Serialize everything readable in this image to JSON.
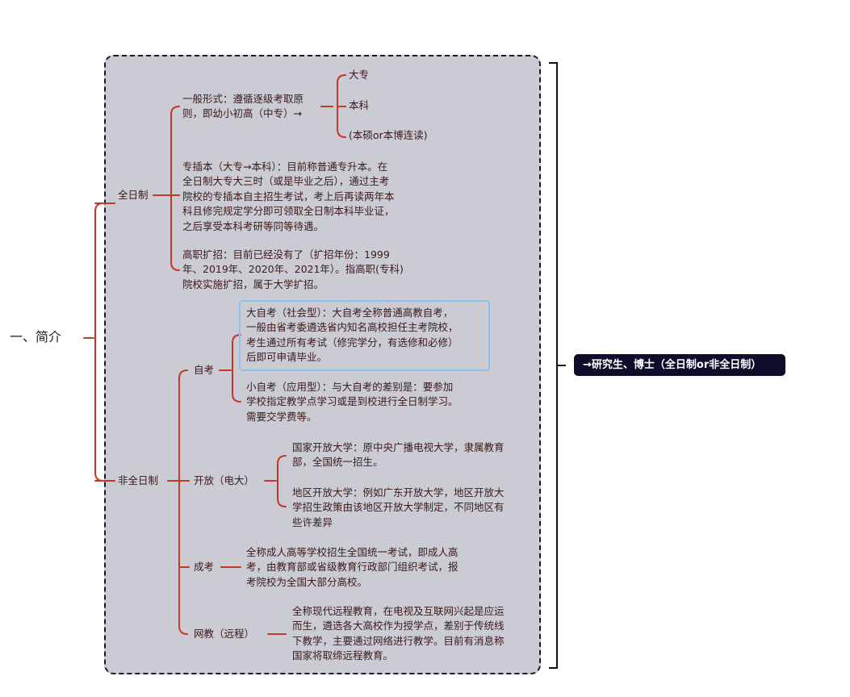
{
  "root": {
    "label": "一、简介"
  },
  "target": {
    "label": "→研究生、博士（全日制or非全日制）"
  },
  "full_time": {
    "label": "全日制",
    "general": {
      "text": [
        "一般形式：遵循逐级考取原",
        "则，即幼小初高（中专）→"
      ],
      "levels": [
        "大专",
        "本科",
        "(本硕or本博连读)"
      ]
    },
    "upgrade": {
      "text": [
        "专插本（大专→本科）：目前称普通专升本。在",
        "全日制大专大三时（或是毕业之后），通过主考",
        "院校的专插本自主招生考试，考上后再读两年本",
        "科且修完规定学分即可领取全日制本科毕业证，",
        "之后享受本科考研等同等待遇。"
      ]
    },
    "vocational": {
      "text": [
        "高职扩招：目前已经没有了（扩招年份：1999",
        "年、2019年、2020年、2021年）。指高职(专科)",
        "院校实施扩招，属于大学扩招。"
      ]
    }
  },
  "part_time": {
    "label": "非全日制",
    "self_exam": {
      "label": "自考",
      "big": [
        "大自考（社会型）：大自考全称普通高教自考，",
        "一般由省考委遴选省内知名高校担任主考院校，",
        "考生通过所有考试（修完学分，有选修和必修）",
        "后即可申请毕业。"
      ],
      "small": [
        "小自考（应用型）：与大自考的差别是：要参加",
        "学校指定教学点学习或是到校进行全日制学习。",
        "需要交学费等。"
      ]
    },
    "open": {
      "label": "开放（电大）",
      "national": [
        "国家开放大学：原中央广播电视大学，隶属教育",
        "部，全国统一招生。"
      ],
      "regional": [
        "地区开放大学：例如广东开放大学，地区开放大",
        "学招生政策由该地区开放大学制定，不同地区有",
        "些许差异"
      ]
    },
    "adult": {
      "label": "成考",
      "text": [
        "全称成人高等学校招生全国统一考试，即成人高",
        "考，由教育部或省级教育行政部门组织考试，报",
        "考院校为全国大部分高校。"
      ]
    },
    "online": {
      "label": "网教（远程）",
      "text": [
        "全称现代远程教育，在电视及互联网兴起是应运",
        "而生，遴选各大高校作为授学点，差别于传统线",
        "下教学，主要通过网络进行教学。目前有消息称",
        "国家将取缔远程教育。"
      ]
    }
  }
}
